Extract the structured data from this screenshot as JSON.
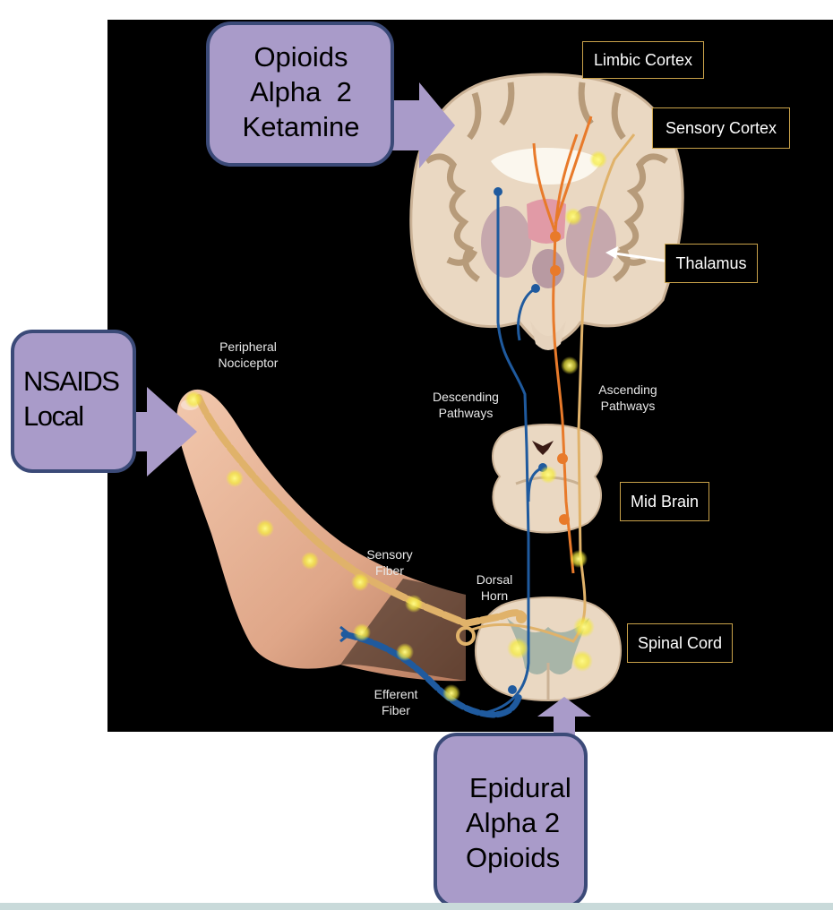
{
  "callouts": {
    "brain": {
      "lines": [
        "Opioids",
        "Alpha  2",
        "Ketamine"
      ]
    },
    "foot": {
      "lines": [
        "NSAIDS",
        "Local"
      ]
    },
    "epidural": {
      "lines": [
        "Epidural",
        "Alpha 2",
        "Opioids"
      ]
    }
  },
  "boxes": {
    "limbic_cortex": "Limbic Cortex",
    "sensory_cortex": "Sensory Cortex",
    "thalamus": "Thalamus",
    "mid_brain": "Mid Brain",
    "spinal_cord": "Spinal Cord"
  },
  "labels": {
    "peripheral_nociceptor": [
      "Peripheral",
      "Nociceptor"
    ],
    "descending_pathways": [
      "Descending",
      "Pathways"
    ],
    "ascending_pathways": [
      "Ascending",
      "Pathways"
    ],
    "sensory_fiber": [
      "Sensory",
      "Fiber"
    ],
    "dorsal_horn": [
      "Dorsal",
      "Horn"
    ],
    "efferent_fiber": [
      "Efferent",
      "Fiber"
    ]
  },
  "colors": {
    "callout_fill": "#a99bc9",
    "callout_border": "#3b4a78",
    "arrow_fill": "#a99bc9",
    "ascending": "#e87a2a",
    "sensory_fiber": "#e0b26a",
    "descending": "#1f5a9e",
    "node_glow": "#f4ea3c",
    "box_border": "#c9a24a"
  }
}
